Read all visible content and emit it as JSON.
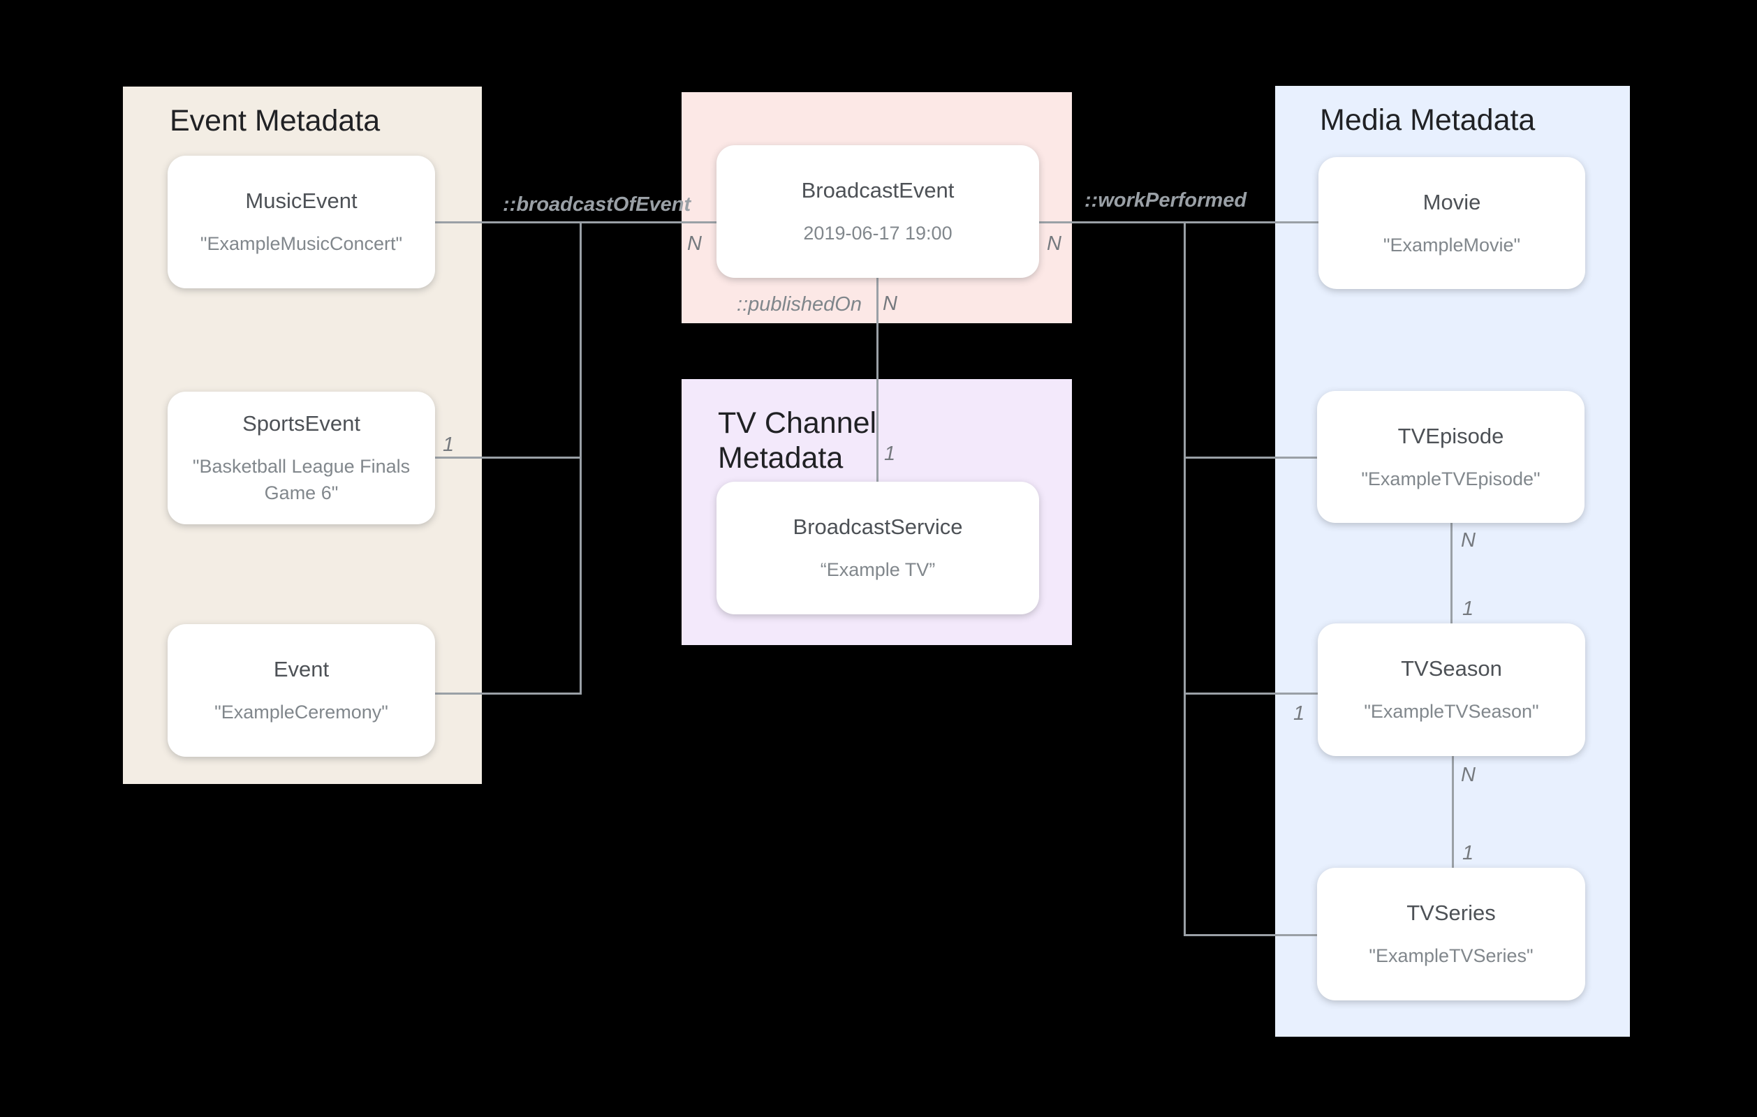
{
  "panels": {
    "event_metadata": {
      "title": "Event Metadata",
      "bg_color": "#f3ede4"
    },
    "broadcast_event_group": {
      "bg_color": "#fce8e6"
    },
    "tv_channel_metadata": {
      "title": "TV Channel Metadata",
      "bg_color": "#f3e9fb"
    },
    "media_metadata": {
      "title": "Media Metadata",
      "bg_color": "#e8f0fe"
    }
  },
  "nodes": {
    "music_event": {
      "title": "MusicEvent",
      "value": "\"ExampleMusicConcert\""
    },
    "sports_event": {
      "title": "SportsEvent",
      "value": "\"Basketball League Finals Game 6\""
    },
    "event": {
      "title": "Event",
      "value": "\"ExampleCeremony\""
    },
    "broadcast_event": {
      "title": "BroadcastEvent",
      "value": "2019-06-17 19:00"
    },
    "broadcast_service": {
      "title": "BroadcastService",
      "value": "“Example TV”"
    },
    "movie": {
      "title": "Movie",
      "value": "\"ExampleMovie\""
    },
    "tv_episode": {
      "title": "TVEpisode",
      "value": "\"ExampleTVEpisode\""
    },
    "tv_season": {
      "title": "TVSeason",
      "value": "\"ExampleTVSeason\""
    },
    "tv_series": {
      "title": "TVSeries",
      "value": "\"ExampleTVSeries\""
    }
  },
  "relations": {
    "broadcast_of_event": {
      "label": "::broadcastOfEvent"
    },
    "published_on": {
      "label": "::publishedOn"
    },
    "work_performed": {
      "label": "::workPerformed"
    }
  },
  "cardinalities": {
    "broadcast_of_event_n": "N",
    "sports_event_1": "1",
    "work_performed_n": "N",
    "published_on_n": "N",
    "published_on_1": "1",
    "tv_season_1": "1",
    "episode_to_season_n": "N",
    "episode_to_season_1": "1",
    "season_to_series_n": "N",
    "season_to_series_1": "1"
  },
  "colors": {
    "background": "#000000",
    "event_panel": "#f3ede4",
    "broadcast_panel": "#fce8e6",
    "tv_channel_panel": "#f3e9fb",
    "media_panel": "#e8f0fe",
    "card": "#ffffff",
    "panel_title_text": "#202124",
    "card_title_text": "#4d5156",
    "card_value_text": "#81878c",
    "connector_line": "#9aa0a6",
    "relation_label_text": "#9aa0a6",
    "cardinality_text": "#75797e"
  }
}
